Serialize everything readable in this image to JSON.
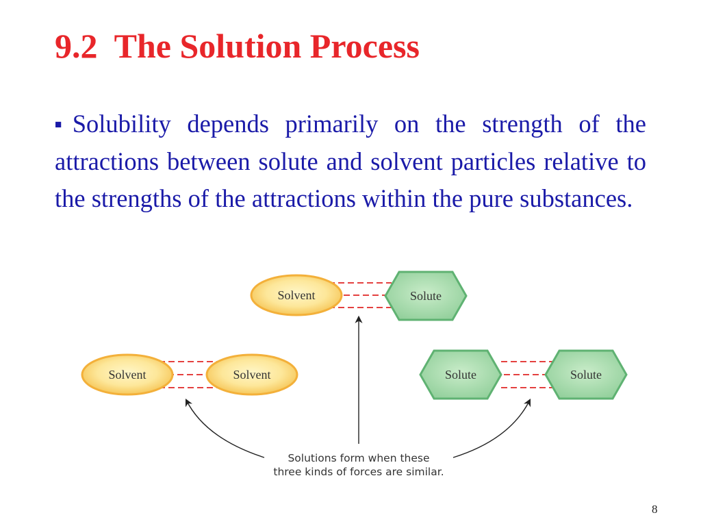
{
  "slide": {
    "title": "9.2  The Solution Process",
    "bullet_text": "Solubility depends primarily on the strength of the attractions between solute and solvent particles relative to the strengths of the attractions within the pure substances.",
    "page_number": "8"
  },
  "diagram": {
    "top_pair": {
      "left_label": "Solvent",
      "right_label": "Solute"
    },
    "left_pair": {
      "left_label": "Solvent",
      "right_label": "Solvent"
    },
    "right_pair": {
      "left_label": "Solute",
      "right_label": "Solute"
    },
    "caption_line1": "Solutions form when these",
    "caption_line2": "three kinds of forces are similar."
  },
  "colors": {
    "title": "#e8262a",
    "body_text": "#1a1aa8",
    "solvent_fill": "#fde79a",
    "solvent_stroke": "#f3b03a",
    "solute_fill": "#a8dbad",
    "solute_stroke": "#5fb272",
    "force_lines": "#e4403f"
  }
}
